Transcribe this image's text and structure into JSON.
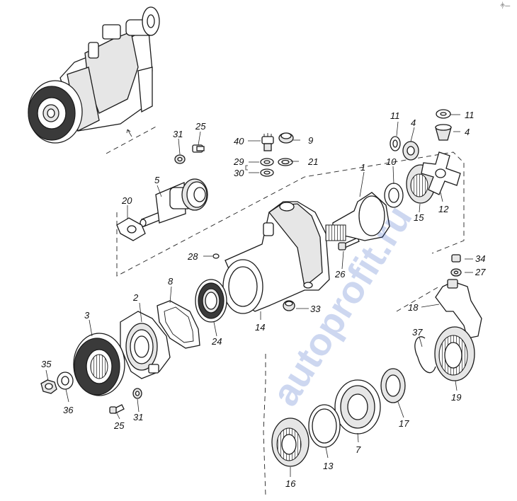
{
  "watermark": "autoprofit.ru",
  "corner_mark": "⸎—",
  "callouts": [
    {
      "id": "c1",
      "text": "1"
    },
    {
      "id": "c2",
      "text": "2"
    },
    {
      "id": "c3",
      "text": "3"
    },
    {
      "id": "c4a",
      "text": "4"
    },
    {
      "id": "c4b",
      "text": "4"
    },
    {
      "id": "c5",
      "text": "5"
    },
    {
      "id": "c7",
      "text": "7"
    },
    {
      "id": "c8",
      "text": "8"
    },
    {
      "id": "c9",
      "text": "9"
    },
    {
      "id": "c10",
      "text": "10"
    },
    {
      "id": "c11a",
      "text": "11"
    },
    {
      "id": "c11b",
      "text": "11"
    },
    {
      "id": "c12",
      "text": "12"
    },
    {
      "id": "c13",
      "text": "13"
    },
    {
      "id": "c14",
      "text": "14"
    },
    {
      "id": "c15",
      "text": "15"
    },
    {
      "id": "c16",
      "text": "16"
    },
    {
      "id": "c17",
      "text": "17"
    },
    {
      "id": "c18",
      "text": "18"
    },
    {
      "id": "c19",
      "text": "19"
    },
    {
      "id": "c20",
      "text": "20"
    },
    {
      "id": "c21",
      "text": "21"
    },
    {
      "id": "c24",
      "text": "24"
    },
    {
      "id": "c25a",
      "text": "25"
    },
    {
      "id": "c25b",
      "text": "25"
    },
    {
      "id": "c26",
      "text": "26"
    },
    {
      "id": "c27",
      "text": "27"
    },
    {
      "id": "c28",
      "text": "28"
    },
    {
      "id": "c29",
      "text": "29"
    },
    {
      "id": "c30",
      "text": "30"
    },
    {
      "id": "c31a",
      "text": "31"
    },
    {
      "id": "c31b",
      "text": "31"
    },
    {
      "id": "c33",
      "text": "33"
    },
    {
      "id": "c34",
      "text": "34"
    },
    {
      "id": "c35",
      "text": "35"
    },
    {
      "id": "c36",
      "text": "36"
    },
    {
      "id": "c37",
      "text": "37"
    },
    {
      "id": "c40",
      "text": "40"
    }
  ]
}
